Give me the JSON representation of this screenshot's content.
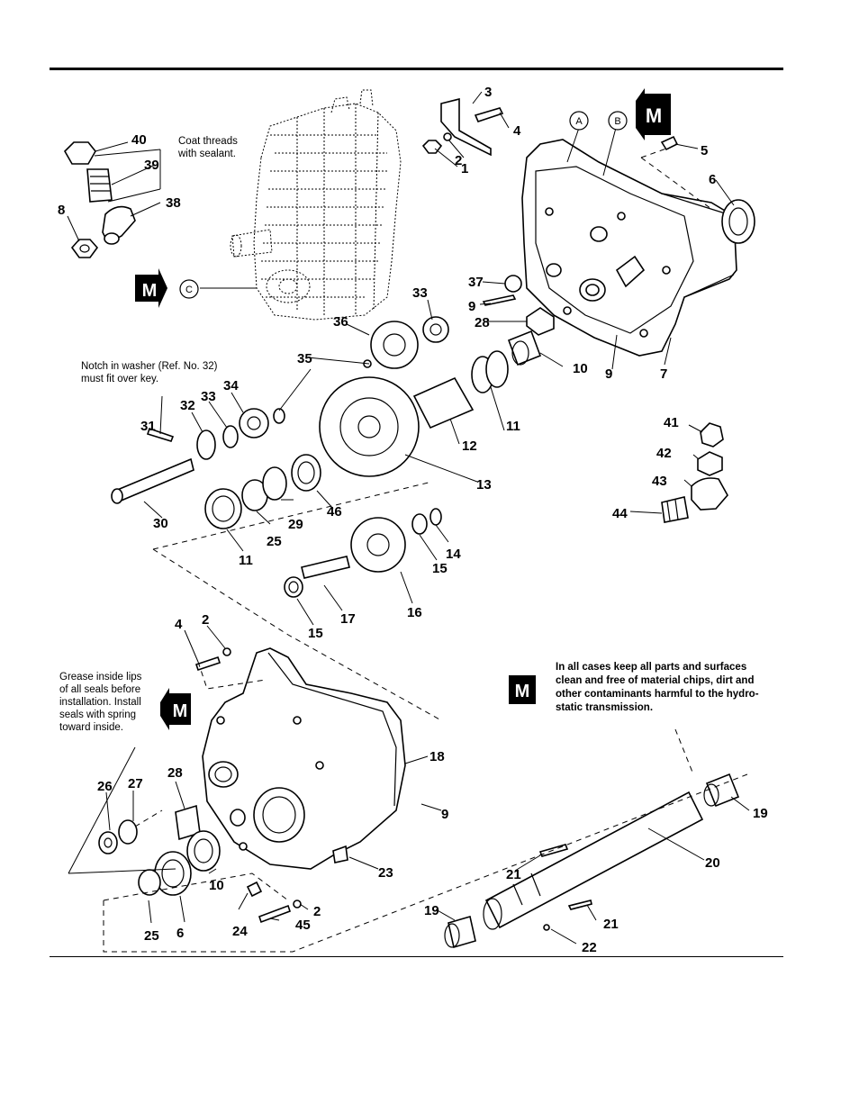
{
  "notes": {
    "coat_threads": [
      "Coat threads",
      "with sealant."
    ],
    "notch_washer": [
      "Notch in washer (Ref. No. 32)",
      "must fit over key."
    ],
    "grease_seals": [
      "Grease inside lips",
      "of all seals before",
      "installation. Install",
      "seals with spring",
      "toward inside."
    ],
    "clean_parts": [
      "In all cases keep all parts and surfaces",
      "clean and free of material chips, dirt and",
      "other contaminants harmful to the hydro-",
      "static transmission."
    ]
  },
  "badges": {
    "maintenance_symbol": "M"
  },
  "circle_labels": {
    "a": "A",
    "b": "B",
    "c": "C"
  },
  "callouts": {
    "c3": "3",
    "c4_top": "4",
    "c2_top": "2",
    "c1": "1",
    "c5": "5",
    "c6_top": "6",
    "c40": "40",
    "c39": "39",
    "c38": "38",
    "c8": "8",
    "c37": "37",
    "c9_top": "9",
    "c28_top": "28",
    "c10_top": "10",
    "c9_mid": "9",
    "c7": "7",
    "c33_top": "33",
    "c36": "36",
    "c35": "35",
    "c32": "32",
    "c33_mid": "33",
    "c34": "34",
    "c31": "31",
    "c11_right": "11",
    "c12": "12",
    "c13": "13",
    "c41": "41",
    "c42": "42",
    "c43": "43",
    "c44": "44",
    "c30": "30",
    "c11_left": "11",
    "c25_mid": "25",
    "c29": "29",
    "c46": "46",
    "c14": "14",
    "c15_right": "15",
    "c16": "16",
    "c17": "17",
    "c15_bottom": "15",
    "c4_bottom": "4",
    "c2_bottom": "2",
    "c18": "18",
    "c9_bottom": "9",
    "c28_bottom": "28",
    "c26": "26",
    "c27": "27",
    "c23": "23",
    "c10_bottom": "10",
    "c25_bottom": "25",
    "c6_bottom": "6",
    "c24": "24",
    "c45": "45",
    "c2_lower": "2",
    "c19_right": "19",
    "c20": "20",
    "c21_top": "21",
    "c21_right": "21",
    "c19_left": "19",
    "c22": "22"
  }
}
